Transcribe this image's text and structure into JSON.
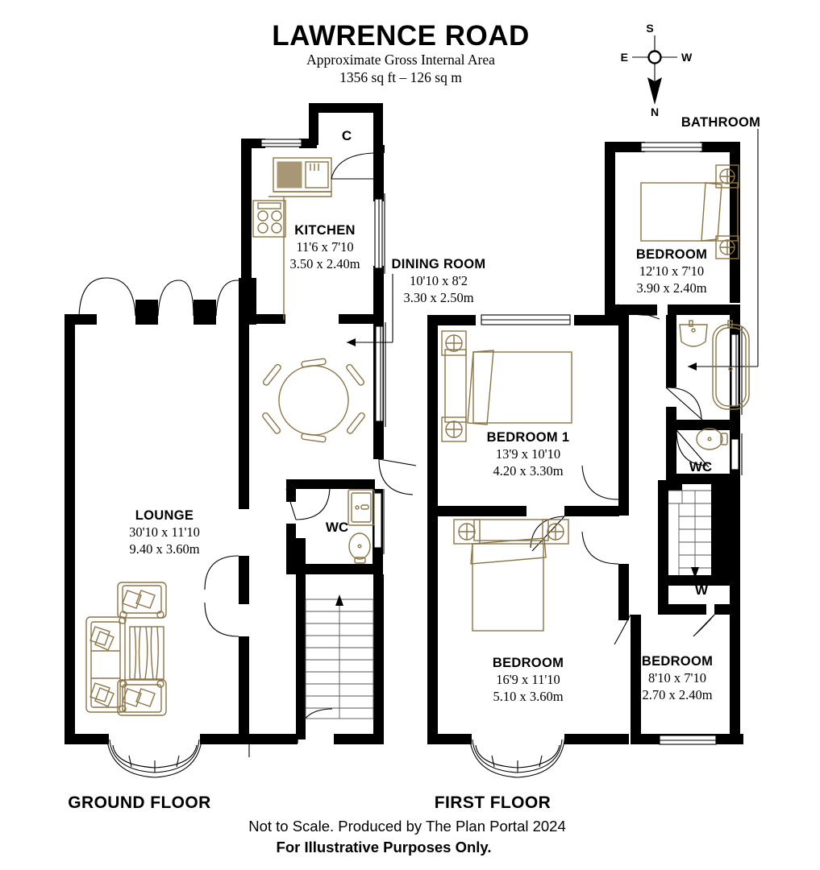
{
  "header": {
    "title": "LAWRENCE ROAD",
    "subtitle_line1": "Approximate Gross Internal Area",
    "subtitle_line2": "1356 sq ft – 126 sq m"
  },
  "compass": {
    "name": "compass-rose",
    "top_label": "S",
    "left_label": "E",
    "right_label": "W",
    "bottom_label": "N"
  },
  "floors": [
    {
      "id": "ground",
      "label": "GROUND FLOOR",
      "rooms": [
        {
          "key": "kitchen",
          "name": "KITCHEN",
          "imperial": "11'6 x 7'10",
          "metric": "3.50 x 2.40m"
        },
        {
          "key": "dining_room",
          "name": "DINING ROOM",
          "imperial": "10'10 x 8'2",
          "metric": "3.30 x 2.50m"
        },
        {
          "key": "lounge",
          "name": "LOUNGE",
          "imperial": "30'10 x 11'10",
          "metric": "9.40 x 3.60m"
        }
      ],
      "tags": [
        {
          "key": "cupboard",
          "name": "C"
        },
        {
          "key": "wc",
          "name": "WC"
        }
      ]
    },
    {
      "id": "first",
      "label": "FIRST FLOOR",
      "rooms": [
        {
          "key": "bedroom_rear",
          "name": "BEDROOM",
          "imperial": "12'10 x 7'10",
          "metric": "3.90 x 2.40m"
        },
        {
          "key": "bedroom_1",
          "name": "BEDROOM 1",
          "imperial": "13'9 x 10'10",
          "metric": "4.20 x 3.30m"
        },
        {
          "key": "bedroom_front",
          "name": "BEDROOM",
          "imperial": "16'9 x 11'10",
          "metric": "5.10 x 3.60m"
        },
        {
          "key": "bedroom_small",
          "name": "BEDROOM",
          "imperial": "8'10 x 7'10",
          "metric": "2.70 x 2.40m"
        }
      ],
      "tags": [
        {
          "key": "bathroom",
          "name": "BATHROOM"
        },
        {
          "key": "wc",
          "name": "WC"
        },
        {
          "key": "wardrobe",
          "name": "W"
        }
      ]
    }
  ],
  "footer": {
    "line1": "Not to Scale. Produced by The Plan Portal 2024",
    "line2": "For Illustrative Purposes Only."
  },
  "colors": {
    "wall": "#000000",
    "furniture": "#8a7548",
    "background": "#ffffff",
    "stair": "#555555"
  }
}
